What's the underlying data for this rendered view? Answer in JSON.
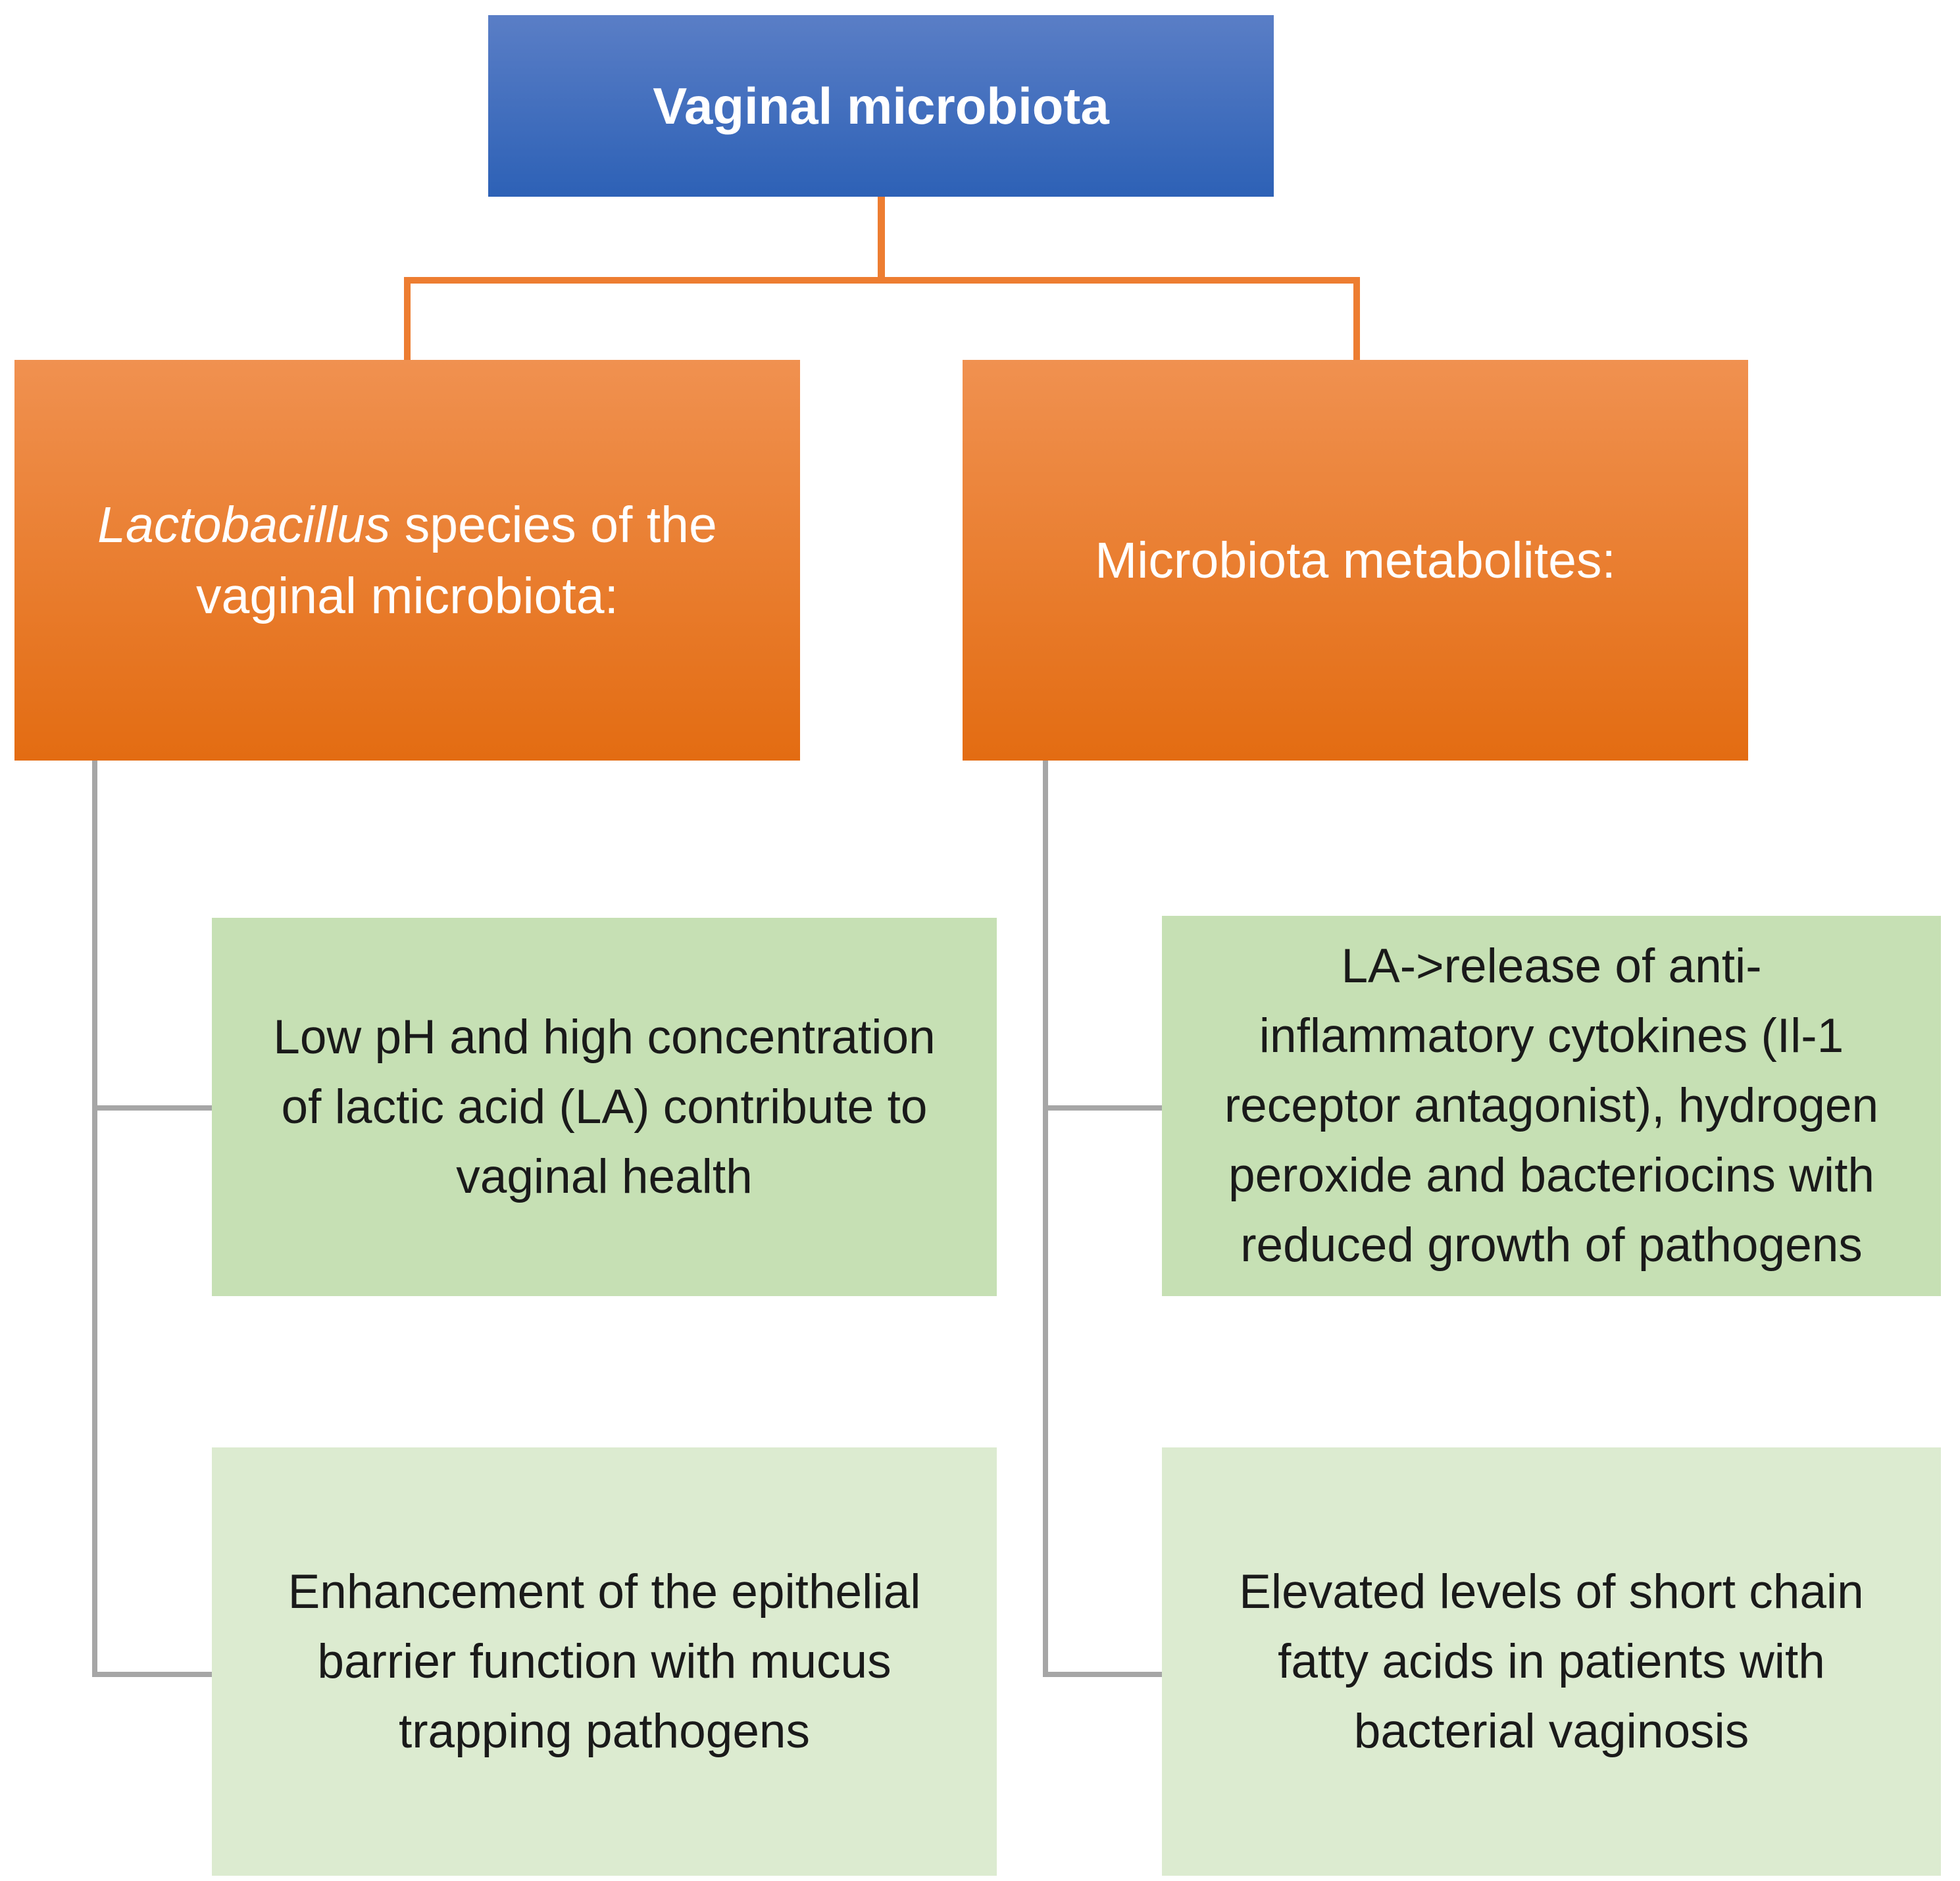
{
  "colors": {
    "blue_top": "#5A7EC6",
    "blue_bottom": "#2D61B6",
    "orange_top": "#F09150",
    "orange_bottom": "#E36C12",
    "connector_orange": "#ED7D31",
    "green_row1": "#C6E0B4",
    "green_row2": "#DCEBD0",
    "connector_gray": "#A6A6A6",
    "text_dark": "#1A1A1A",
    "text_light": "#FFFFFF",
    "background": "#FFFFFF"
  },
  "root": {
    "label": "Vaginal microbiota"
  },
  "branches": {
    "left": {
      "line1_italic": "Lactobacillus",
      "line1_rest": " species of the",
      "line2": "vaginal microbiota:"
    },
    "right": {
      "label": "Microbiota metabolites:"
    }
  },
  "leaves": {
    "left": [
      {
        "lines": [
          "Low pH and high concentration",
          "of lactic acid (LA) contribute to",
          "vaginal health"
        ]
      },
      {
        "lines": [
          "Enhancement of the epithelial",
          "barrier function with mucus",
          "trapping pathogens"
        ]
      }
    ],
    "right": [
      {
        "lines": [
          "LA->release of anti-",
          "inflammatory cytokines (Il-1",
          "receptor antagonist), hydrogen",
          "peroxide and bacteriocins with",
          "reduced growth of pathogens"
        ]
      },
      {
        "lines": [
          "Elevated levels of short chain",
          "fatty acids in patients with",
          "bacterial vaginosis"
        ]
      }
    ]
  }
}
